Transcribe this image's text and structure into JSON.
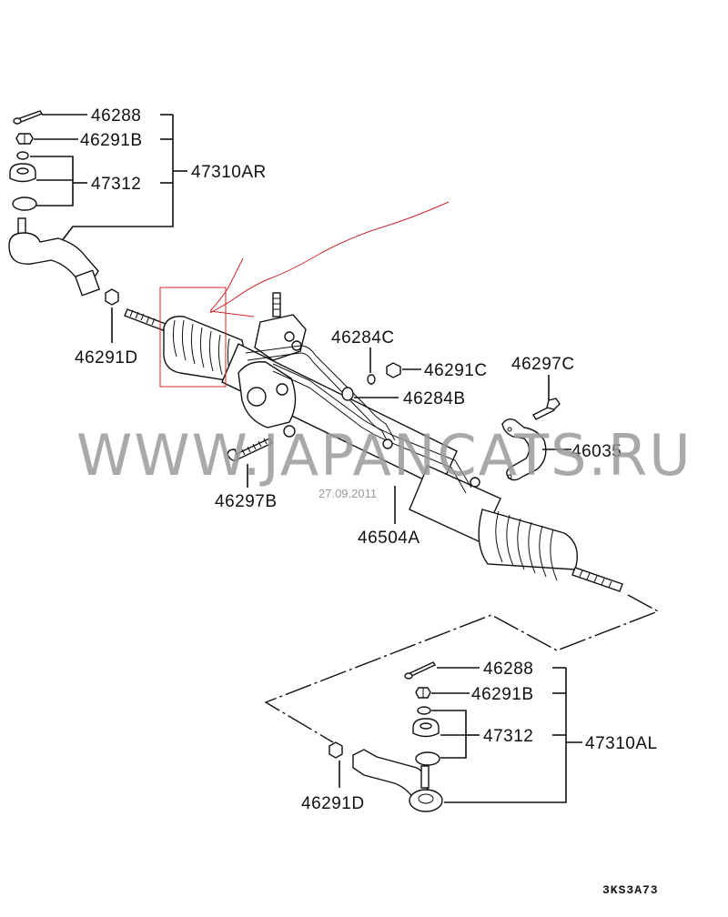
{
  "diagram": {
    "type": "exploded-parts-diagram",
    "subject": "power steering gear rack and tie rod ends",
    "watermark": "WWW.JAPANCATS.RU",
    "date_stamp": "27.09.2011",
    "diagram_code": "3KS3A73",
    "annotation_color": "#d0262a",
    "groups": {
      "right_tie_rod_end": {
        "assembly": "47310AR",
        "components": [
          "46288",
          "46291B",
          "47312"
        ]
      },
      "left_tie_rod_end": {
        "assembly": "47310AL",
        "components": [
          "46288",
          "46291B",
          "47312"
        ]
      }
    },
    "labels": {
      "r_cotter_pin": "46288",
      "r_castle_nut": "46291B",
      "r_boot_kit": "47312",
      "r_assembly": "47310AR",
      "r_lock_nut": "46291D",
      "washer_c": "46284C",
      "nut_c": "46291C",
      "washer_b": "46284B",
      "bolt_c": "46297C",
      "clamp": "46035",
      "bolt_b": "46297B",
      "gear_assembly": "46504A",
      "l_cotter_pin": "46288",
      "l_castle_nut": "46291B",
      "l_boot_kit": "47312",
      "l_assembly": "47310AL",
      "l_lock_nut": "46291D"
    }
  }
}
